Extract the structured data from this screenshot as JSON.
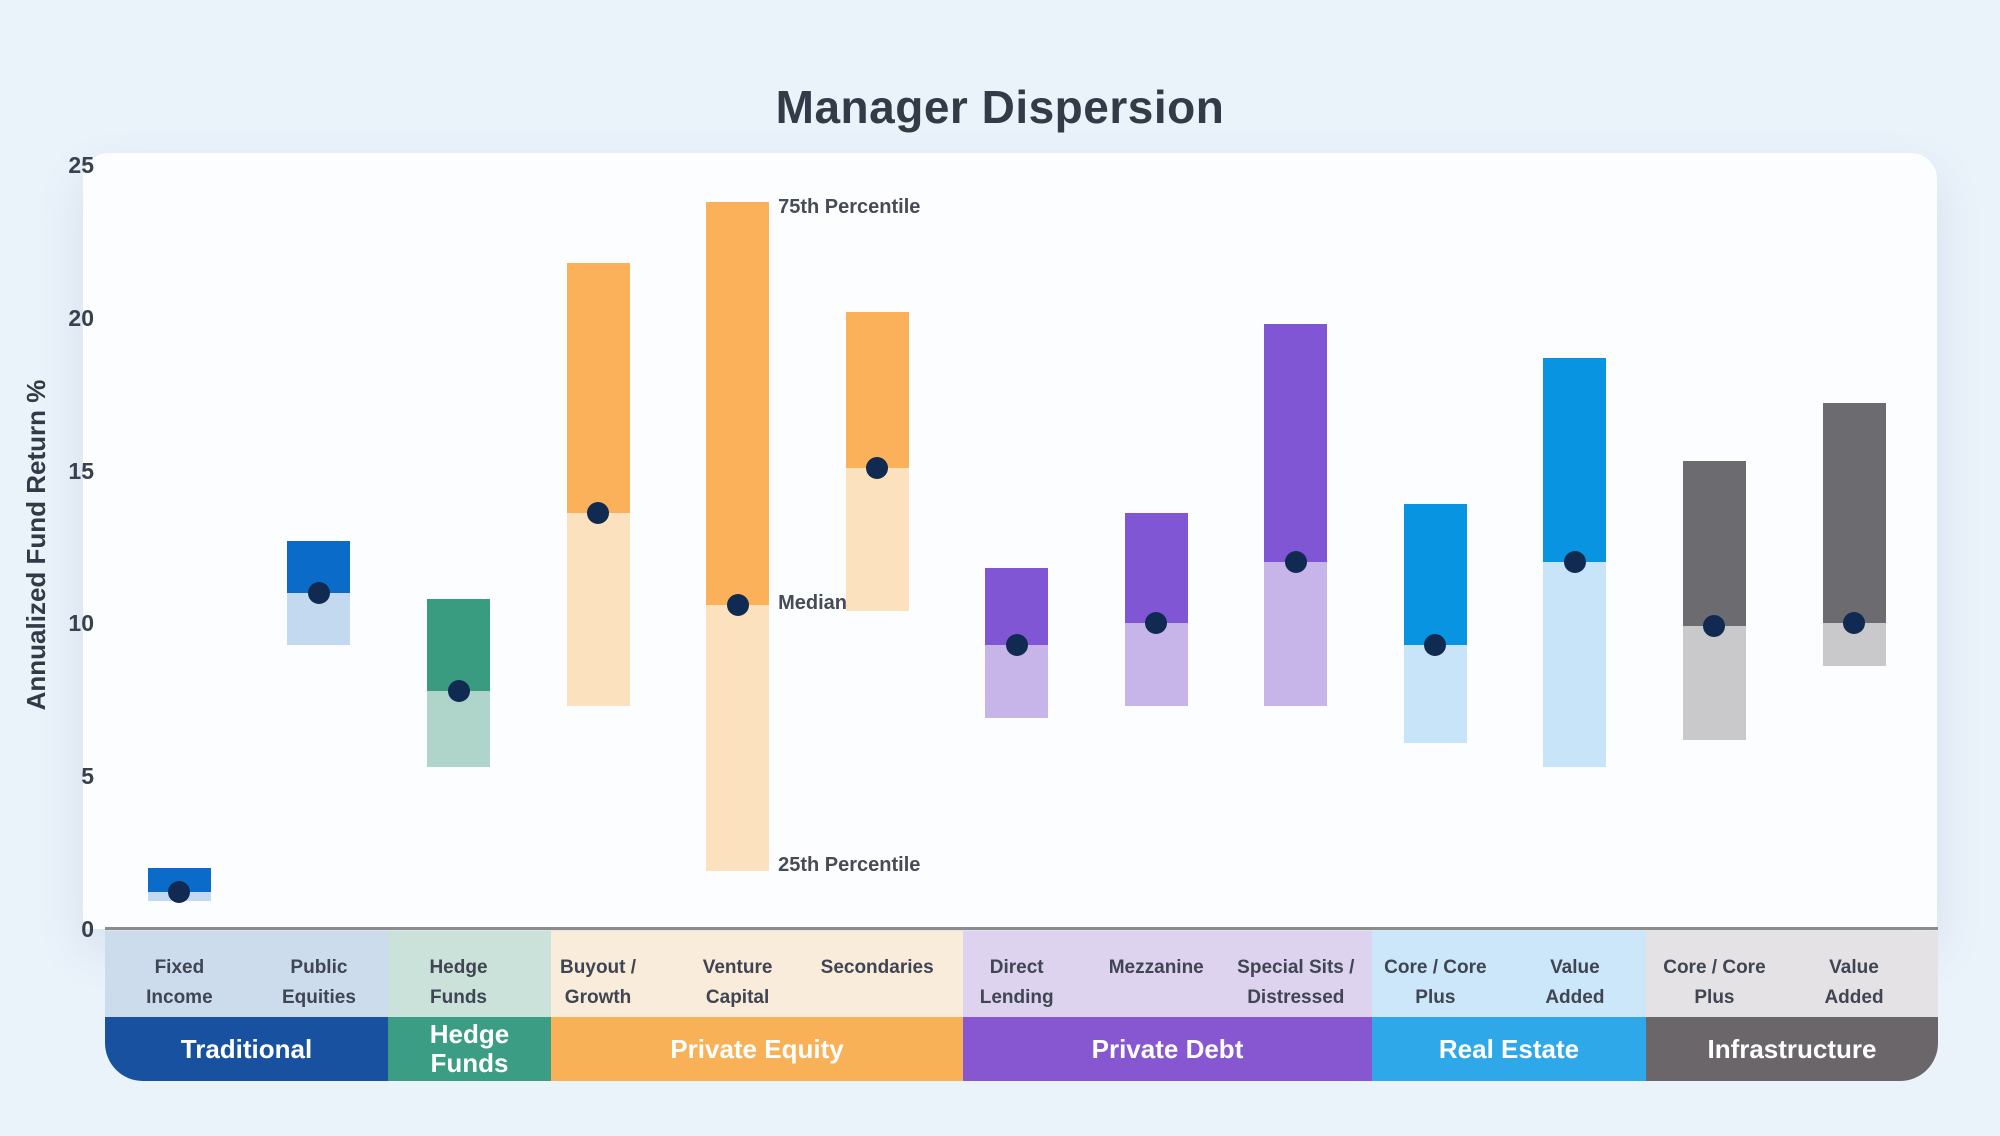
{
  "title": "Manager Dispersion",
  "y_axis": {
    "label": "Annualized Fund Return %",
    "ticks": [
      "25",
      "20",
      "15",
      "10",
      "5",
      "0"
    ],
    "min": 0,
    "max": 25
  },
  "annotations": {
    "p75": "75th Percentile",
    "median": "Median",
    "p25": "25th Percentile"
  },
  "colors": {
    "page_bg": "#EAF2FA",
    "plot_bg": "#FBFDFF",
    "axis_line": "#8C8C8C",
    "median_dot": "#102A52",
    "title_text": "#343B48"
  },
  "groups": [
    {
      "label_lines": [
        "Traditional"
      ],
      "band_color": "#17519F",
      "strip_color": "#CDDCEC",
      "bar_color": "#0A6CC8",
      "bar_light_color": "#C2D9EF"
    },
    {
      "label_lines": [
        "Hedge",
        "Funds"
      ],
      "band_color": "#3B9E84",
      "strip_color": "#CBE2DB",
      "bar_color": "#399C80",
      "bar_light_color": "#AFD4CA"
    },
    {
      "label_lines": [
        "Private Equity"
      ],
      "band_color": "#F9B158",
      "strip_color": "#FAECDB",
      "bar_color": "#FBB159",
      "bar_light_color": "#FCE1BE"
    },
    {
      "label_lines": [
        "Private Debt"
      ],
      "band_color": "#8757D1",
      "strip_color": "#DDD3EE",
      "bar_color": "#8156D5",
      "bar_light_color": "#C7B4E9"
    },
    {
      "label_lines": [
        "Real Estate"
      ],
      "band_color": "#2FA8E9",
      "strip_color": "#CBE7F9",
      "bar_color": "#0894E0",
      "bar_light_color": "#C7E4F8"
    },
    {
      "label_lines": [
        "Infrastructure"
      ],
      "band_color": "#6A666A",
      "strip_color": "#E4E2E4",
      "bar_color": "#6C6B6F",
      "bar_light_color": "#C9C8CA"
    }
  ],
  "categories": [
    {
      "label_lines": [
        "Fixed",
        "Income"
      ],
      "group": 0,
      "p25": 0.9,
      "median": 1.2,
      "p75": 2.0
    },
    {
      "label_lines": [
        "Public",
        "Equities"
      ],
      "group": 0,
      "p25": 9.3,
      "median": 11.0,
      "p75": 12.7
    },
    {
      "label_lines": [
        "Hedge",
        "Funds"
      ],
      "group": 1,
      "p25": 5.3,
      "median": 7.8,
      "p75": 10.8
    },
    {
      "label_lines": [
        "Buyout /",
        "Growth"
      ],
      "group": 2,
      "p25": 7.3,
      "median": 13.6,
      "p75": 21.8
    },
    {
      "label_lines": [
        "Venture",
        "Capital"
      ],
      "group": 2,
      "p25": 1.9,
      "median": 10.6,
      "p75": 23.8
    },
    {
      "label_lines": [
        "Secondaries"
      ],
      "group": 2,
      "p25": 10.4,
      "median": 15.1,
      "p75": 20.2
    },
    {
      "label_lines": [
        "Direct",
        "Lending"
      ],
      "group": 3,
      "p25": 6.9,
      "median": 9.3,
      "p75": 11.8
    },
    {
      "label_lines": [
        "Mezzanine"
      ],
      "group": 3,
      "p25": 7.3,
      "median": 10.0,
      "p75": 13.6
    },
    {
      "label_lines": [
        "Special Sits /",
        "Distressed"
      ],
      "group": 3,
      "p25": 7.3,
      "median": 12.0,
      "p75": 19.8
    },
    {
      "label_lines": [
        "Core / Core",
        "Plus"
      ],
      "group": 4,
      "p25": 6.1,
      "median": 9.3,
      "p75": 13.9
    },
    {
      "label_lines": [
        "Value",
        "Added"
      ],
      "group": 4,
      "p25": 5.3,
      "median": 12.0,
      "p75": 18.7
    },
    {
      "label_lines": [
        "Core / Core",
        "Plus"
      ],
      "group": 5,
      "p25": 6.2,
      "median": 9.9,
      "p75": 15.3
    },
    {
      "label_lines": [
        "Value",
        "Added"
      ],
      "group": 5,
      "p25": 8.6,
      "median": 10.0,
      "p75": 17.2
    }
  ],
  "chart_data": {
    "type": "bar",
    "subtype": "floating-range-bars-25th-to-75th-percentile-with-median-dot",
    "title": "Manager Dispersion",
    "xlabel": "",
    "ylabel": "Annualized Fund Return %",
    "ylim": [
      0,
      25
    ],
    "yticks": [
      0,
      5,
      10,
      15,
      20,
      25
    ],
    "grid": false,
    "legend_position": "none",
    "point_annotations": [
      "75th Percentile",
      "Median",
      "25th Percentile"
    ],
    "annotation_anchor_category": "Venture Capital",
    "categories": [
      "Fixed Income",
      "Public Equities",
      "Hedge Funds",
      "Buyout / Growth",
      "Venture Capital",
      "Secondaries",
      "Direct Lending",
      "Mezzanine",
      "Special Sits / Distressed",
      "Core / Core Plus",
      "Value Added",
      "Core / Core Plus",
      "Value Added"
    ],
    "group_of_category": [
      "Traditional",
      "Traditional",
      "Hedge Funds",
      "Private Equity",
      "Private Equity",
      "Private Equity",
      "Private Debt",
      "Private Debt",
      "Private Debt",
      "Real Estate",
      "Real Estate",
      "Infrastructure",
      "Infrastructure"
    ],
    "series": [
      {
        "name": "25th Percentile",
        "values": [
          0.9,
          9.3,
          5.3,
          7.3,
          1.9,
          10.4,
          6.9,
          7.3,
          7.3,
          6.1,
          5.3,
          6.2,
          8.6
        ]
      },
      {
        "name": "Median",
        "values": [
          1.2,
          11.0,
          7.8,
          13.6,
          10.6,
          15.1,
          9.3,
          10.0,
          12.0,
          9.3,
          12.0,
          9.9,
          10.0
        ]
      },
      {
        "name": "75th Percentile",
        "values": [
          2.0,
          12.7,
          10.8,
          21.8,
          23.8,
          20.2,
          11.8,
          13.6,
          19.8,
          13.9,
          18.7,
          15.3,
          17.2
        ]
      }
    ]
  }
}
